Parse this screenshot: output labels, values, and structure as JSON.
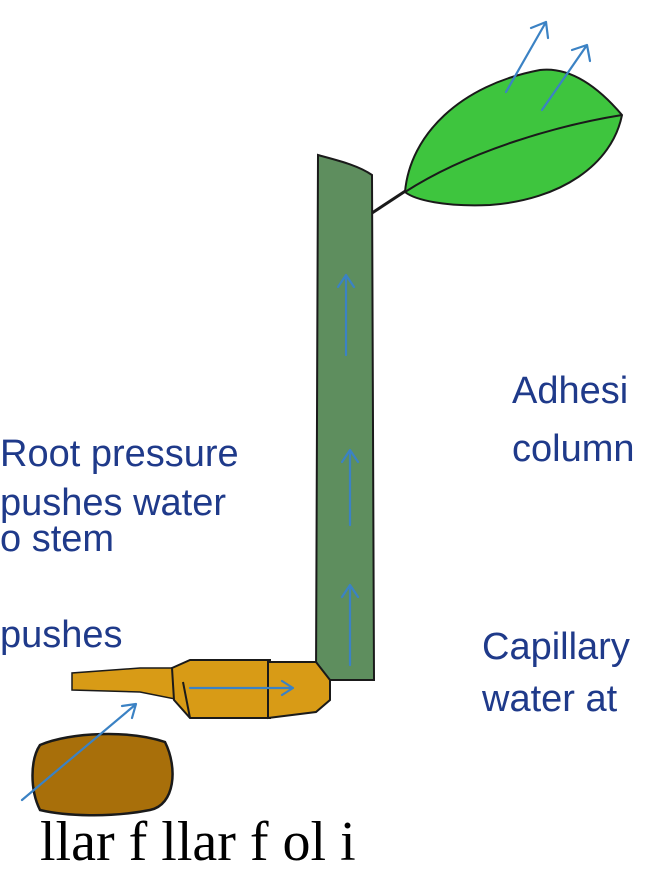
{
  "labels": {
    "root_pressure_1": "Root pressure",
    "root_pressure_2": "pushes water",
    "root_pressure_3": "o stem",
    "pushes": "pushes",
    "adhesion_1": "Adhesi",
    "adhesion_2": "column",
    "capillary_1": "Capillary",
    "capillary_2": "water at",
    "bottom_caption": "llar  f  llar  f     ol i"
  },
  "colors": {
    "label_text": "#1f3a8a",
    "leaf": "#3ec53e",
    "stem": "#5e8e5e",
    "root": "#d89b16",
    "soil": "#a86f0a",
    "arrow": "#3b82c4",
    "outline": "#1a1a1a"
  }
}
